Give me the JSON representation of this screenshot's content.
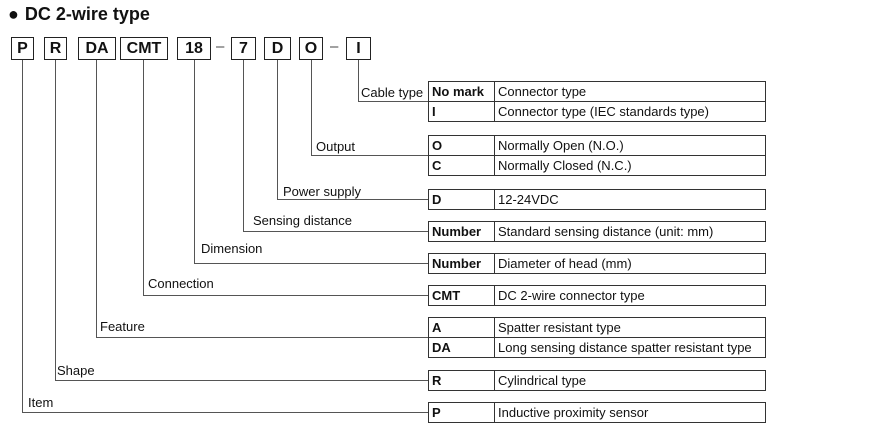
{
  "title": "DC 2-wire type",
  "bullet": "●",
  "code_parts": [
    "P",
    "R",
    "DA",
    "CMT",
    "18",
    "7",
    "D",
    "O",
    "I"
  ],
  "separators": [
    "–",
    "–"
  ],
  "groups": [
    {
      "label": "Cable type",
      "rows": [
        {
          "code": "No mark",
          "desc": "Connector type"
        },
        {
          "code": "I",
          "desc": "Connector type (IEC standards type)"
        }
      ]
    },
    {
      "label": "Output",
      "rows": [
        {
          "code": "O",
          "desc": "Normally Open (N.O.)"
        },
        {
          "code": "C",
          "desc": "Normally Closed (N.C.)"
        }
      ]
    },
    {
      "label": "Power supply",
      "rows": [
        {
          "code": "D",
          "desc": "12-24VDC"
        }
      ]
    },
    {
      "label": "Sensing distance",
      "rows": [
        {
          "code": "Number",
          "desc": "Standard sensing distance (unit: mm)"
        }
      ]
    },
    {
      "label": "Dimension",
      "rows": [
        {
          "code": "Number",
          "desc": "Diameter of head (mm)"
        }
      ]
    },
    {
      "label": "Connection",
      "rows": [
        {
          "code": "CMT",
          "desc": "DC 2-wire connector type"
        }
      ]
    },
    {
      "label": "Feature",
      "rows": [
        {
          "code": "A",
          "desc": "Spatter resistant type"
        },
        {
          "code": "DA",
          "desc": "Long sensing distance spatter resistant type"
        }
      ]
    },
    {
      "label": "Shape",
      "rows": [
        {
          "code": "R",
          "desc": "Cylindrical type"
        }
      ]
    },
    {
      "label": "Item",
      "rows": [
        {
          "code": "P",
          "desc": "Inductive proximity sensor"
        }
      ]
    }
  ]
}
